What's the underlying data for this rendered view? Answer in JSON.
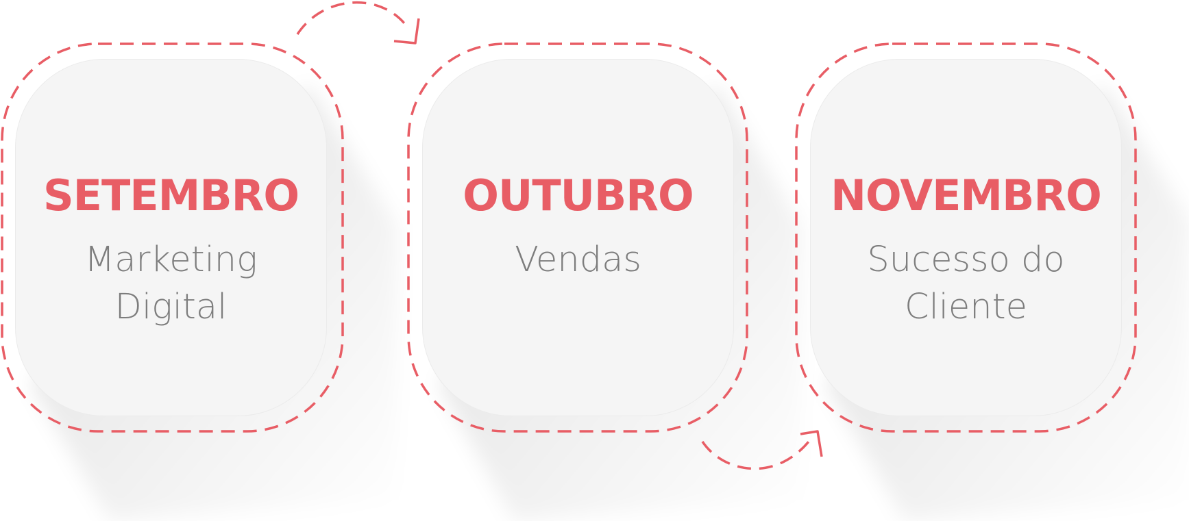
{
  "steps": [
    {
      "month": "SETEMBRO",
      "subject_lines": [
        "Marketing",
        "Digital"
      ]
    },
    {
      "month": "OUTUBRO",
      "subject_lines": [
        "Vendas"
      ]
    },
    {
      "month": "NOVEMBRO",
      "subject_lines": [
        "Sucesso do",
        "Cliente"
      ]
    }
  ],
  "colors": {
    "accent": "#e85d65",
    "card": "#f5f5f5",
    "subtitle": "#7d7d7d",
    "background": "#ffffff"
  }
}
